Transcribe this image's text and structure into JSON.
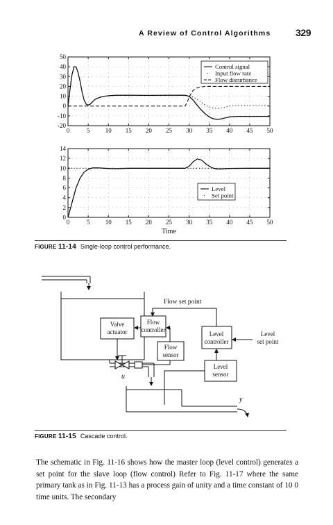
{
  "header": {
    "title": "A Review of Control Algorithms",
    "page_number": "329"
  },
  "figure_11_14": {
    "label_prefix": "Figure",
    "label_number": "11-14",
    "caption": "Single-loop control performance."
  },
  "figure_11_15": {
    "label_prefix": "Figure",
    "label_number": "11-15",
    "caption": "Cascade control.",
    "blocks": {
      "valve_actuator": [
        "Valve",
        "actuator"
      ],
      "flow_controller": [
        "Flow",
        "controller"
      ],
      "flow_sensor": [
        "Flow",
        "sensor"
      ],
      "level_controller": [
        "Level",
        "controller"
      ],
      "level_sensor": [
        "Level",
        "sensor"
      ]
    },
    "labels": {
      "flow_set_point": "Flow set point",
      "level_set_point": [
        "Level",
        "set point"
      ],
      "u": "u",
      "y": "y"
    }
  },
  "body": {
    "paragraph": "The schematic in Fig. 11-16 shows how the master loop (level control) generates a set point for the slave loop (flow control) Refer to Fig. 11-17 where the same primary tank as in Fig. 11-13 has a process gain of unity and a time constant of 10 0 time units. The secondary"
  },
  "chart_data": [
    {
      "type": "line",
      "title": "",
      "xlabel": "",
      "ylabel": "",
      "xlim": [
        0,
        50
      ],
      "ylim": [
        -20,
        50
      ],
      "xticks": [
        0,
        5,
        10,
        15,
        20,
        25,
        30,
        35,
        40,
        45,
        50
      ],
      "yticks": [
        -20,
        -10,
        0,
        10,
        20,
        30,
        40,
        50
      ],
      "legend": {
        "placement": "top-right",
        "entries": [
          "Control signal",
          "Input flow rate",
          "Flow disturbance"
        ]
      },
      "series": [
        {
          "name": "Control signal",
          "style": "solid",
          "x": [
            0,
            0.5,
            1,
            1.5,
            2,
            2.5,
            3,
            3.5,
            4,
            4.5,
            5,
            5.5,
            6,
            6.5,
            7,
            8,
            9,
            10,
            12,
            15,
            20,
            25,
            29,
            30,
            31,
            32,
            33,
            34,
            35,
            36,
            37,
            38,
            39,
            40,
            42,
            45,
            50
          ],
          "y": [
            0,
            17,
            32,
            40,
            40,
            34,
            25,
            14,
            6,
            2,
            1,
            2,
            4,
            6,
            7.5,
            9,
            10,
            10.5,
            11,
            11,
            10.8,
            11,
            11,
            10,
            6,
            1,
            -4,
            -8,
            -11,
            -13,
            -13.5,
            -13,
            -12,
            -11,
            -10.5,
            -10.5,
            -10.5
          ]
        },
        {
          "name": "Input flow rate",
          "style": "dotted",
          "x": [
            30,
            31,
            32,
            33,
            34,
            35,
            36,
            37,
            38,
            39,
            40,
            42,
            45,
            50
          ],
          "y": [
            10,
            9,
            7,
            4,
            1,
            -1,
            -2,
            -2.5,
            -2,
            -1,
            0,
            0.5,
            0.5,
            0.5
          ]
        },
        {
          "name": "Flow disturbance",
          "style": "dashed",
          "x": [
            0,
            29,
            29.5,
            30,
            30.5,
            31,
            31.5,
            32,
            33,
            34,
            35,
            37,
            40,
            45,
            50
          ],
          "y": [
            0,
            0,
            4,
            9,
            13,
            16,
            17.5,
            18.5,
            19.5,
            20,
            20,
            20,
            20,
            20,
            20
          ]
        }
      ]
    },
    {
      "type": "line",
      "title": "",
      "xlabel": "Time",
      "ylabel": "",
      "xlim": [
        0,
        50
      ],
      "ylim": [
        0,
        14
      ],
      "xticks": [
        0,
        5,
        10,
        15,
        20,
        25,
        30,
        35,
        40,
        45,
        50
      ],
      "yticks": [
        0,
        2,
        4,
        6,
        8,
        10,
        12,
        14
      ],
      "legend": {
        "placement": "center-right",
        "entries": [
          "Level",
          "Set point"
        ]
      },
      "series": [
        {
          "name": "Level",
          "style": "solid",
          "x": [
            0,
            1,
            2,
            3,
            4,
            5,
            6,
            7,
            8,
            9,
            10,
            12,
            15,
            20,
            25,
            29,
            30,
            31,
            32,
            33,
            34,
            35,
            36,
            37,
            38,
            40,
            45,
            50
          ],
          "y": [
            0,
            3,
            6,
            8,
            9.2,
            9.8,
            10.05,
            10.1,
            10.05,
            10,
            9.95,
            9.9,
            10,
            10,
            10,
            10,
            10.4,
            11.3,
            11.9,
            11.7,
            11,
            10.4,
            10,
            9.85,
            9.85,
            9.95,
            10,
            10
          ]
        },
        {
          "name": "Set point",
          "style": "dotted",
          "x": [
            0,
            50
          ],
          "y": [
            10,
            10
          ]
        }
      ]
    }
  ]
}
